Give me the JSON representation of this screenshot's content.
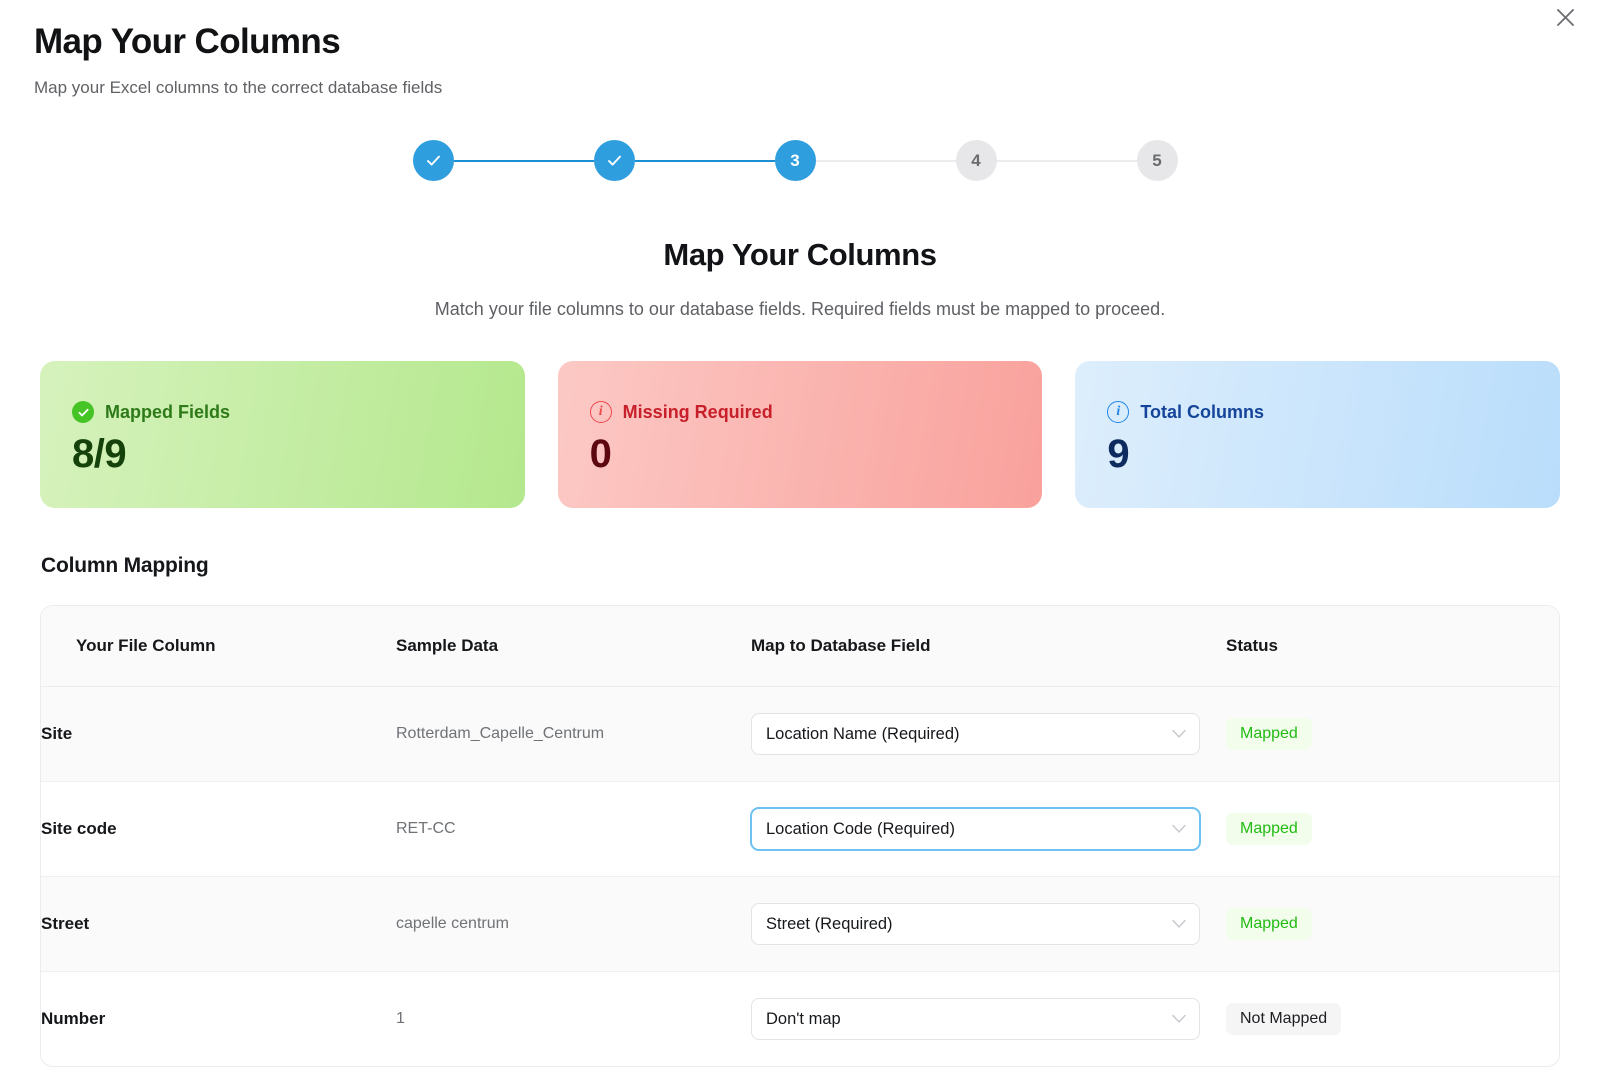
{
  "close_icon": "close-icon",
  "header": {
    "title": "Map Your Columns",
    "subtitle": "Map your Excel columns to the correct database fields"
  },
  "stepper": {
    "steps": [
      {
        "label": "✓",
        "state": "done"
      },
      {
        "label": "✓",
        "state": "done"
      },
      {
        "label": "3",
        "state": "active"
      },
      {
        "label": "4",
        "state": "todo"
      },
      {
        "label": "5",
        "state": "todo"
      }
    ],
    "connectors": [
      "filled",
      "filled",
      "empty",
      "empty"
    ],
    "accent_color": "#2f9ede",
    "inactive_color": "#e7e7e9"
  },
  "intro": {
    "title": "Map Your Columns",
    "subtitle": "Match your file columns to our database fields. Required fields must be mapped to proceed."
  },
  "stats": [
    {
      "icon": "check-circle-icon",
      "label": "Mapped Fields",
      "value": "8/9",
      "variant": "green",
      "accent": "#45c425"
    },
    {
      "icon": "info-circle-icon",
      "label": "Missing Required",
      "value": "0",
      "variant": "red",
      "accent": "#f0474b"
    },
    {
      "icon": "info-circle-icon",
      "label": "Total Columns",
      "value": "9",
      "variant": "blue",
      "accent": "#1f86e8"
    }
  ],
  "section": {
    "title": "Column Mapping"
  },
  "table": {
    "columns": [
      "Your File Column",
      "Sample Data",
      "Map to Database Field",
      "Status"
    ],
    "rows": [
      {
        "file_column": "Site",
        "sample": "Rotterdam_Capelle_Centrum",
        "mapping": "Location Name (Required)",
        "status": "Mapped",
        "status_kind": "mapped",
        "focused": false
      },
      {
        "file_column": "Site code",
        "sample": "RET-CC",
        "mapping": "Location Code (Required)",
        "status": "Mapped",
        "status_kind": "mapped",
        "focused": true
      },
      {
        "file_column": "Street",
        "sample": "capelle centrum",
        "mapping": "Street (Required)",
        "status": "Mapped",
        "status_kind": "mapped",
        "focused": false
      },
      {
        "file_column": "Number",
        "sample": "1",
        "mapping": "Don't map",
        "status": "Not Mapped",
        "status_kind": "not-mapped",
        "focused": false
      }
    ],
    "dropdown_icon": "chevron-down-icon"
  }
}
